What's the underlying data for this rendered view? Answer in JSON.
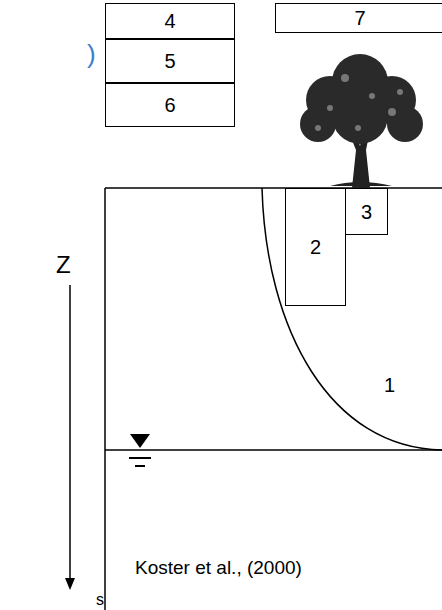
{
  "diagram": {
    "nodes": [
      {
        "text": [
          "4"
        ]
      },
      {
        "text": [
          "7"
        ]
      },
      {
        "text": [
          "5"
        ]
      },
      {
        "text": [
          "6"
        ]
      },
      {
        "text": [
          "2"
        ]
      },
      {
        "text": [
          "3"
        ]
      }
    ],
    "labels": [
      ")",
      "Z",
      "1",
      "Koster et al., (2000)",
      "s"
    ]
  }
}
